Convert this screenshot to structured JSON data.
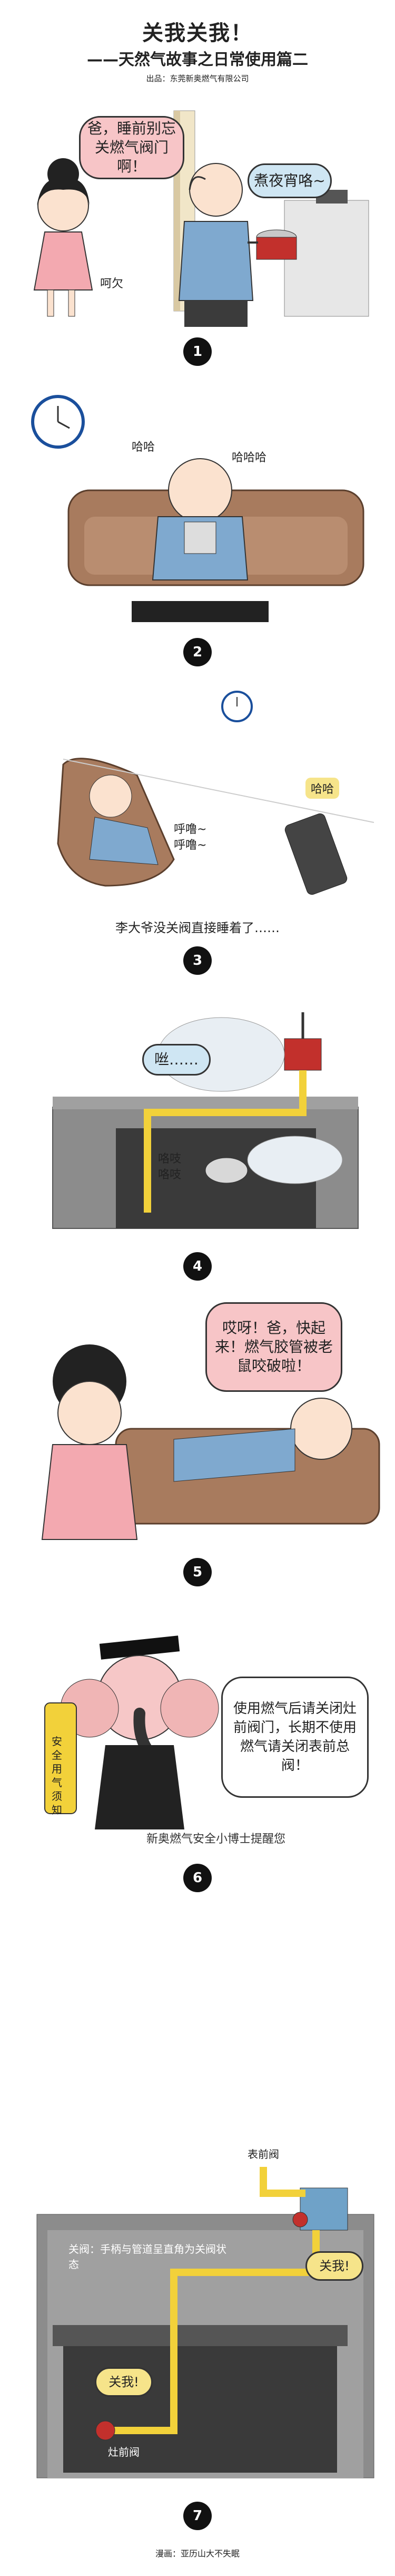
{
  "header": {
    "title": "关我关我！",
    "subtitle": "——天然气故事之日常使用篇二",
    "publisher": "出品：东莞新奥燃气有限公司"
  },
  "panels": [
    {
      "number": "1",
      "bubbles": [
        "爸，睡前别忘关燃气阀门啊！",
        "煮夜宵咯~"
      ],
      "sfx": [
        "呵欠"
      ]
    },
    {
      "number": "2",
      "sfx": [
        "哈哈",
        "哈哈哈"
      ]
    },
    {
      "number": "3",
      "sfx": [
        "呼噜~",
        "呼噜~",
        "哈哈"
      ],
      "caption": "李大爷没关阀直接睡着了……"
    },
    {
      "number": "4",
      "sfx": [
        "咝……",
        "咯吱",
        "咯吱"
      ]
    },
    {
      "number": "5",
      "bubbles": [
        "哎呀！爸，快起来！燃气胶管被老鼠咬破啦！"
      ]
    },
    {
      "number": "6",
      "bubbles": [
        "使用燃气后请关闭灶前阀门，长期不使用燃气请关闭表前总阀！"
      ],
      "sign": "安全用气须知",
      "caption": "新奥燃气安全小博士提醒您"
    },
    {
      "number": "7",
      "label_meter": "表前阀",
      "note": "关阀：手柄与管道呈直角为关阀状态",
      "badge_1": "关我!",
      "badge_2": "关我!",
      "label_stove": "灶前阀"
    }
  ],
  "credit": "漫画：亚历山大不失眠",
  "colors": {
    "sofa": "#a87b5e",
    "pipe": "#f2d13a",
    "pink_bubble": "#f7c5c7",
    "blue_bubble": "#cfe6f3",
    "wall": "#8c8c8c"
  }
}
